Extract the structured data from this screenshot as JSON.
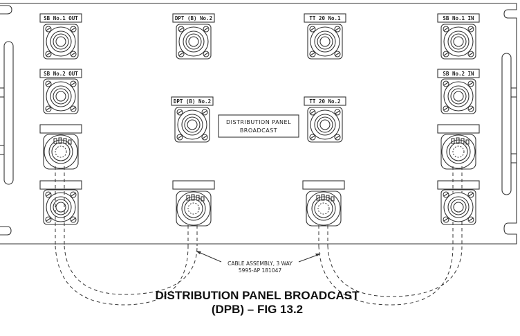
{
  "diagram": {
    "title_line1": "DISTRIBUTION PANEL BROADCAST",
    "title_line2": "(DPB) – FIG 13.2",
    "panel_label_line1": "DISTRIBUTION PANEL",
    "panel_label_line2": "BROADCAST",
    "cable_note_line1": "CABLE ASSEMBLY, 3 WAY",
    "cable_note_line2": "5995-AP 181047",
    "connectors": [
      {
        "id": "sb1-out",
        "label": "SB No.1 OUT",
        "type": "socket"
      },
      {
        "id": "dpt-b-2-top",
        "label": "DPT (B) No.2",
        "type": "socket"
      },
      {
        "id": "tt20-1",
        "label": "TT 20 No.1",
        "type": "socket"
      },
      {
        "id": "sb1-in",
        "label": "SB No.1 IN",
        "type": "socket"
      },
      {
        "id": "sb2-out",
        "label": "SB No.2 OUT",
        "type": "socket"
      },
      {
        "id": "sb2-in",
        "label": "SB No.2 IN",
        "type": "socket"
      },
      {
        "id": "dpt-b-2-mid",
        "label": "DPT (B) No.2",
        "type": "socket"
      },
      {
        "id": "tt20-2",
        "label": "TT 20 No.2",
        "type": "socket"
      },
      {
        "id": "left-plug-upper",
        "label": "",
        "type": "plug"
      },
      {
        "id": "left-socket-lower",
        "label": "",
        "type": "socket"
      },
      {
        "id": "center-left-plug",
        "label": "",
        "type": "plug"
      },
      {
        "id": "center-right-plug",
        "label": "",
        "type": "plug"
      },
      {
        "id": "right-plug-upper",
        "label": "",
        "type": "plug"
      },
      {
        "id": "right-socket-lower",
        "label": "",
        "type": "socket"
      }
    ]
  }
}
